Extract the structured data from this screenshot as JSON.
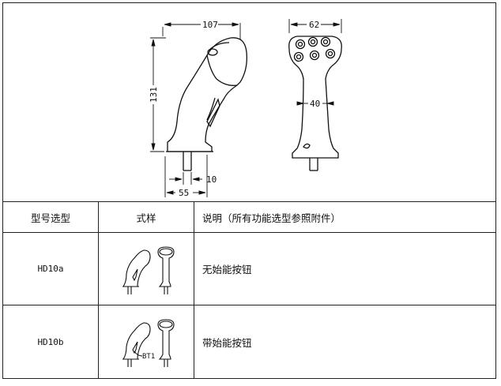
{
  "drawing": {
    "dimensions": {
      "width_top": "107",
      "height": "131",
      "top_width": "62",
      "grip_width": "40",
      "stem": "10",
      "base": "55"
    }
  },
  "table": {
    "headers": [
      "型号选型",
      "式样",
      "说明（所有功能选型参照附件）"
    ],
    "rows": [
      {
        "model": "HD10a",
        "description": "无始能按钮",
        "callout": ""
      },
      {
        "model": "HD10b",
        "description": "带始能按钮",
        "callout": "BT1"
      }
    ]
  }
}
